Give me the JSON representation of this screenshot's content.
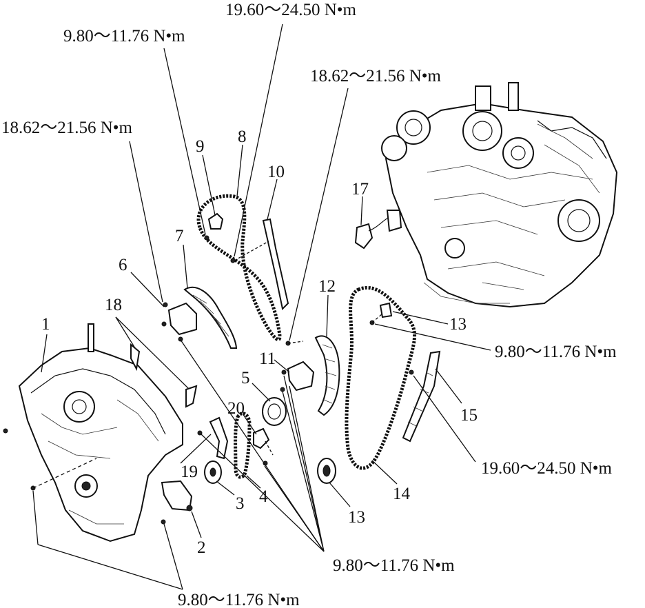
{
  "torque_specs": {
    "t_top": "19.60～24.50 N•m",
    "t_9": "9.80～11.76 N•m",
    "t_upper_right": "18.62～21.56 N•m",
    "t_left": "18.62～21.56 N•m",
    "t_13": "9.80～11.76 N•m",
    "t_15": "19.60～24.50 N•m",
    "t_bottom_center": "9.80～11.76 N•m",
    "t_bottom_left": "9.80～11.76 N•m"
  },
  "callouts": {
    "c1": "1",
    "c2": "2",
    "c3": "3",
    "c4": "4",
    "c5": "5",
    "c6": "6",
    "c7": "7",
    "c8": "8",
    "c9": "9",
    "c10": "10",
    "c11": "11",
    "c12": "12",
    "c13a": "13",
    "c13b": "13",
    "c14": "14",
    "c15": "15",
    "c17": "17",
    "c18": "18",
    "c19": "19",
    "c20": "20"
  }
}
